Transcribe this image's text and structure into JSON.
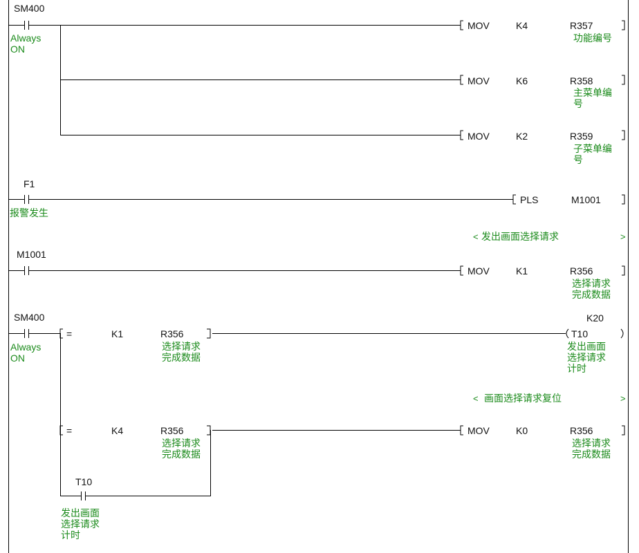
{
  "colors": {
    "line": "#000000",
    "comment": "#1a8a1a",
    "text": "#111111",
    "background": "#ffffff"
  },
  "rungs": [
    {
      "contact": {
        "device": "SM400",
        "comment": "Always ON"
      },
      "outputs": [
        {
          "instr": "MOV",
          "src": "K4",
          "dst": "R357",
          "dst_comment": "功能编号"
        },
        {
          "instr": "MOV",
          "src": "K6",
          "dst": "R358",
          "dst_comment": "主菜单编号"
        },
        {
          "instr": "MOV",
          "src": "K2",
          "dst": "R359",
          "dst_comment": "子菜单编号"
        }
      ]
    },
    {
      "contact": {
        "device": "F1",
        "comment": "报警发生"
      },
      "output": {
        "instr": "PLS",
        "operand": "M1001"
      }
    },
    {
      "statement": "发出画面选择请求",
      "contact": {
        "device": "M1001"
      },
      "output": {
        "instr": "MOV",
        "src": "K1",
        "dst": "R356",
        "dst_comment": "选择请求完成数据"
      }
    },
    {
      "contact": {
        "device": "SM400",
        "comment": "Always ON"
      },
      "compare": {
        "op": "=",
        "a": "K1",
        "b": "R356",
        "b_comment": "选择请求完成数据"
      },
      "timer": {
        "device": "T10",
        "setting": "K20",
        "comment": "发出画面选择请求计时"
      }
    },
    {
      "statement": "画面选择请求复位",
      "compare": {
        "op": "=",
        "a": "K4",
        "b": "R356",
        "b_comment": "选择请求完成数据"
      },
      "contact": {
        "device": "T10",
        "comment": "发出画面选择请求计时"
      },
      "output": {
        "instr": "MOV",
        "src": "K0",
        "dst": "R356",
        "dst_comment": "选择请求完成数据"
      }
    }
  ],
  "glyphs": {
    "statement_open": "<",
    "statement_close": ">"
  }
}
